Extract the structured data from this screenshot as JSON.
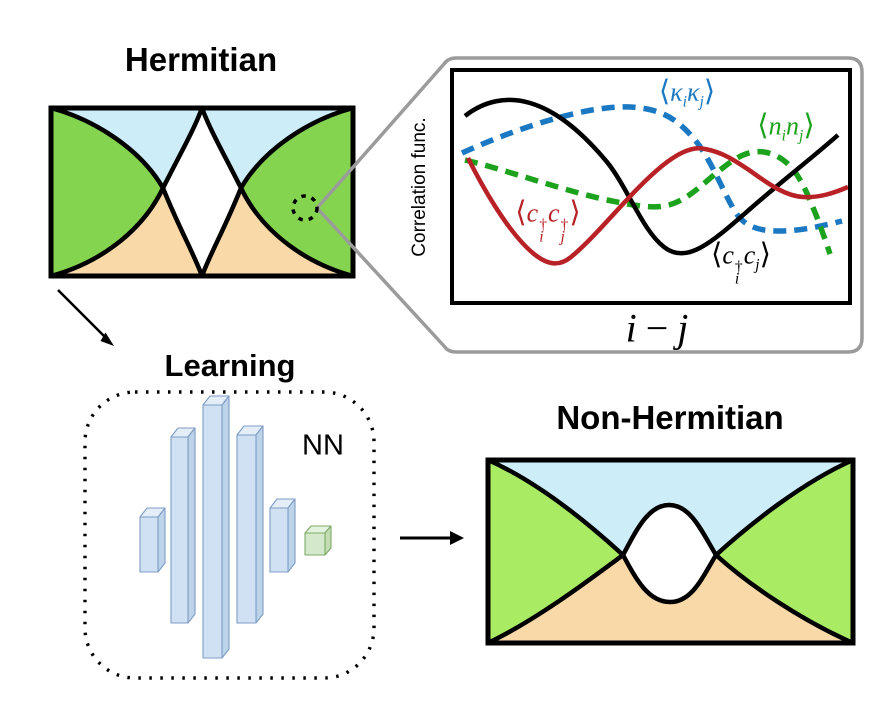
{
  "titles": {
    "hermitian": "Hermitian",
    "learning": "Learning",
    "non_hermitian": "Non-Hermitian"
  },
  "nn_box": {
    "label": "NN"
  },
  "plot": {
    "ylabel": "Correlation func."
  },
  "sym": {
    "open": "⟨",
    "close": "⟩",
    "c": "c",
    "n": "n",
    "kappa": "κ",
    "dagger": "†",
    "i": "i",
    "j": "j",
    "minus": "−"
  },
  "colors": {
    "hermitian_green": "#84d44f",
    "non_hermitian_green": "#a9ec64",
    "phase_blue": "#cdeef9",
    "phase_orange": "#f9d9a8",
    "curve_blue": "#1b78c2",
    "curve_green": "#1ca21c",
    "curve_red": "#b82125",
    "curve_black": "#000000",
    "callout_gray": "#9b9b9b",
    "nn_bar_fill": "#cfe1f3",
    "nn_bar_stroke": "#7f9dc4",
    "nn_cube_fill": "#d4e9cb",
    "nn_cube_stroke": "#7ea968"
  },
  "chart_data": {
    "type": "line",
    "title": "",
    "xlabel": "i − j",
    "ylabel": "Correlation func.",
    "axes_numeric": false,
    "grid": false,
    "series": [
      {
        "name": "⟨κiκj⟩",
        "color": "#1b78c2",
        "style": "dashed",
        "points_norm_x_yfromtop": [
          [
            0.03,
            0.36
          ],
          [
            0.2,
            0.25
          ],
          [
            0.35,
            0.17
          ],
          [
            0.49,
            0.16
          ],
          [
            0.61,
            0.3
          ],
          [
            0.71,
            0.6
          ],
          [
            0.82,
            0.69
          ],
          [
            0.93,
            0.68
          ],
          [
            0.98,
            0.65
          ]
        ]
      },
      {
        "name": "⟨ninj⟩",
        "color": "#1ca21c",
        "style": "dashed",
        "points_norm_x_yfromtop": [
          [
            0.03,
            0.39
          ],
          [
            0.25,
            0.47
          ],
          [
            0.4,
            0.55
          ],
          [
            0.55,
            0.58
          ],
          [
            0.68,
            0.42
          ],
          [
            0.78,
            0.35
          ],
          [
            0.88,
            0.5
          ],
          [
            0.95,
            0.79
          ]
        ]
      },
      {
        "name": "⟨ci†cj†⟩",
        "color": "#b82125",
        "style": "solid",
        "points_norm_x_yfromtop": [
          [
            0.04,
            0.38
          ],
          [
            0.15,
            0.65
          ],
          [
            0.25,
            0.82
          ],
          [
            0.35,
            0.73
          ],
          [
            0.53,
            0.41
          ],
          [
            0.63,
            0.34
          ],
          [
            0.75,
            0.46
          ],
          [
            0.88,
            0.55
          ],
          [
            0.99,
            0.5
          ]
        ]
      },
      {
        "name": "⟨ci†cj⟩",
        "color": "#000000",
        "style": "solid",
        "points_norm_x_yfromtop": [
          [
            0.03,
            0.2
          ],
          [
            0.15,
            0.13
          ],
          [
            0.28,
            0.24
          ],
          [
            0.39,
            0.4
          ],
          [
            0.53,
            0.76
          ],
          [
            0.62,
            0.72
          ],
          [
            0.75,
            0.6
          ],
          [
            0.87,
            0.38
          ],
          [
            0.97,
            0.28
          ]
        ]
      }
    ]
  }
}
